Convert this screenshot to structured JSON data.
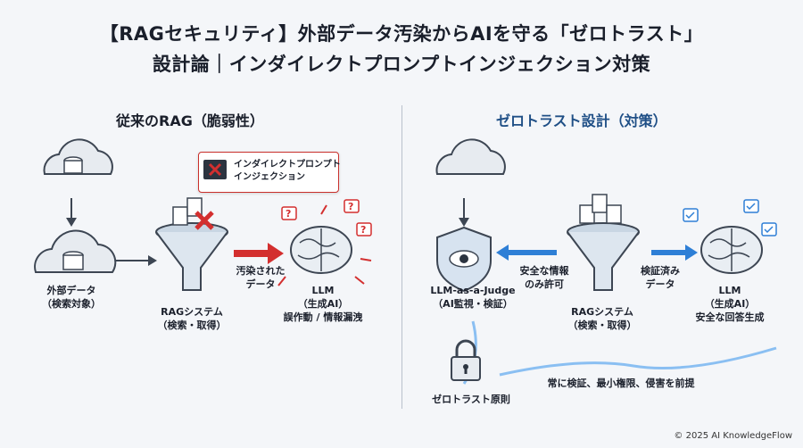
{
  "title_line1": "【RAGセキュリティ】外部データ汚染からAIを守る「ゼロトラスト」",
  "title_line2": "設計論｜インダイレクトプロンプトインジェクション対策",
  "left": {
    "heading": "従来のRAG（脆弱性）",
    "external_data": "外部データ\n（検索対象）",
    "rag_system": "RAGシステム\n（検索・取得）",
    "callout": "インダイレクトプロンプト\nインジェクション",
    "polluted": "汚染された\nデータ",
    "llm": "LLM\n（生成AI）\n誤作動 / 情報漏洩"
  },
  "right": {
    "heading": "ゼロトラスト設計（対策）",
    "judge": "LLM-as-a-Judge\n（AI監視・検証）",
    "safe_info": "安全な情報\nのみ許可",
    "rag_system": "RAGシステム\n（検索・取得）",
    "verified": "検証済み\nデータ",
    "llm": "LLM\n（生成AI）\n安全な回答生成",
    "principle": "ゼロトラスト原則",
    "principle_desc": "常に検証、最小権限、侵害を前提"
  },
  "copyright": "© 2025 AI KnowledgeFlow",
  "colors": {
    "danger": "#d32f2f",
    "safe": "#2e7fd6",
    "navy": "#1f4f86"
  }
}
